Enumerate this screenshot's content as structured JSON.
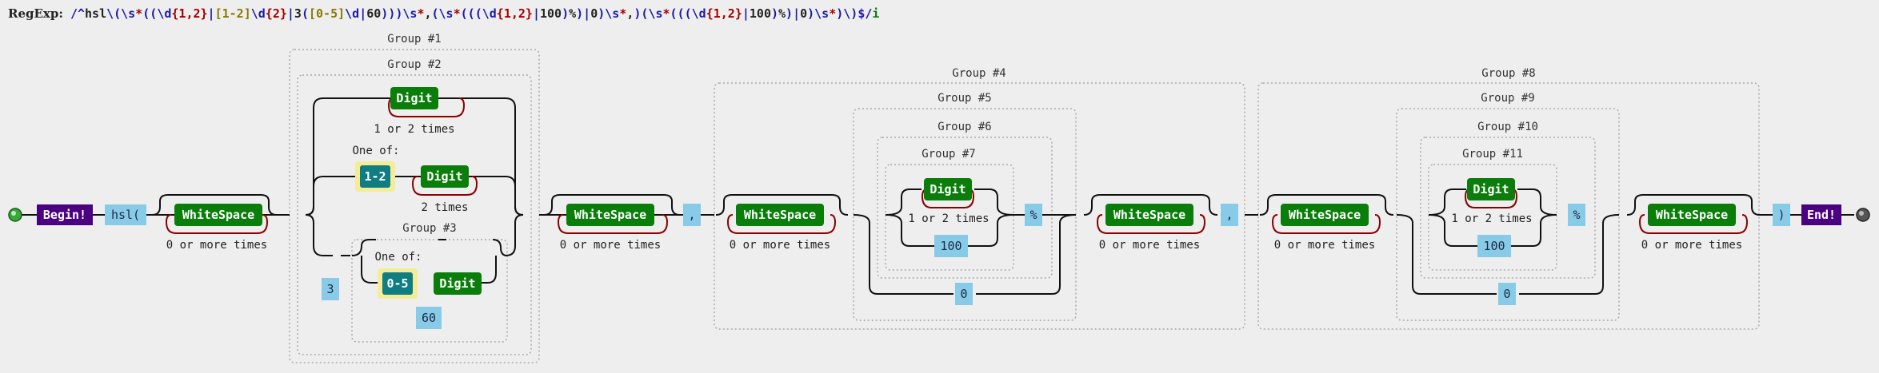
{
  "header": {
    "label": "RegExp:",
    "pattern": "/^hsl\\(\\s*((\\d{1,2}|[1-2]\\d{2}|3([0-5]\\d|60)))\\s*,(\\s*(((\\d{1,2}|100)%)|0)\\s*,)(\\s*(((\\d{1,2}|100)%)|0)\\s*)\\)$/i"
  },
  "diagram": {
    "begin": "Begin!",
    "end": "End!",
    "hsl_literal": "hsl(",
    "close_paren_literal": ")",
    "comma_literal": ",",
    "percent_literal": "%",
    "whitespace": "WhiteSpace",
    "digit": "Digit",
    "zero_or_more": "0 or more times",
    "one_or_two": "1 or 2 times",
    "two_times": "2 times",
    "one_of": "One of:",
    "range_1_2": "1-2",
    "range_0_5": "0-5",
    "literal_3": "3",
    "literal_60": "60",
    "literal_100": "100",
    "literal_0": "0",
    "groups": {
      "g1": "Group #1",
      "g2": "Group #2",
      "g3": "Group #3",
      "g4": "Group #4",
      "g5": "Group #5",
      "g6": "Group #6",
      "g7": "Group #7",
      "g8": "Group #8",
      "g9": "Group #9",
      "g10": "Group #10",
      "g11": "Group #11"
    }
  },
  "colors": {
    "background": "#eeeeee",
    "node_green": "#0a7d0a",
    "node_purple": "#4b0082",
    "node_teal": "#0f7d82",
    "literal_blue": "#87cbe8",
    "range_highlight": "#f4ec96",
    "loop_red": "#8b0000",
    "start_circle": "#3ca63c",
    "end_circle": "#555555"
  }
}
